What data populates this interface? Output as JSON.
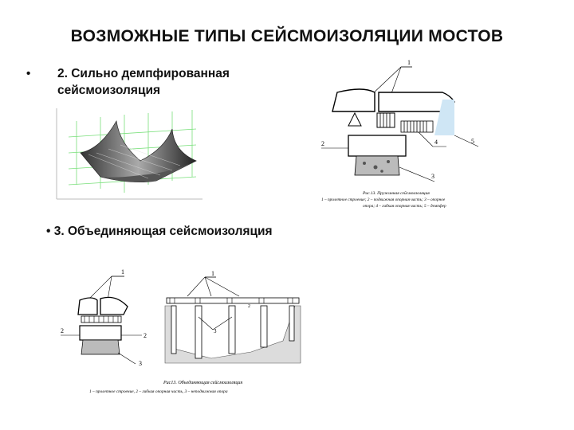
{
  "slide": {
    "title": "ВОЗМОЖНЫЕ ТИПЫ СЕЙСМОИЗОЛЯЦИИ МОСТОВ",
    "bullet_symbol": "•",
    "item2_line1": "2. Сильно демпфированная",
    "item2_line2": "сейсмоизоляция",
    "item3": "• 3. Объединяющая сейсмоизоляция"
  },
  "figure_top": {
    "labels": [
      "1",
      "2",
      "3",
      "4",
      "5"
    ],
    "caption_line1": "Рис.13. Пружинная сейсмоизоляция",
    "caption_line2": "1 – пролетное строение; 2 – подвижная опорная часть; 3 – опорное",
    "caption_line3": "опора; 4 – гибкая опорная часть; 5 – демпфер"
  },
  "figure_bottom": {
    "labels": [
      "1",
      "2",
      "3"
    ],
    "caption_line1": "Рис13. Объединяющая сейсмоизоляция",
    "caption_line2": "1 – пролетное строение, 2 – гибкая опорная часть, 3 – неподвижная опора"
  },
  "colors": {
    "accent": "#58d85a",
    "hatch": "#444444",
    "water": "#cfe6f5"
  }
}
